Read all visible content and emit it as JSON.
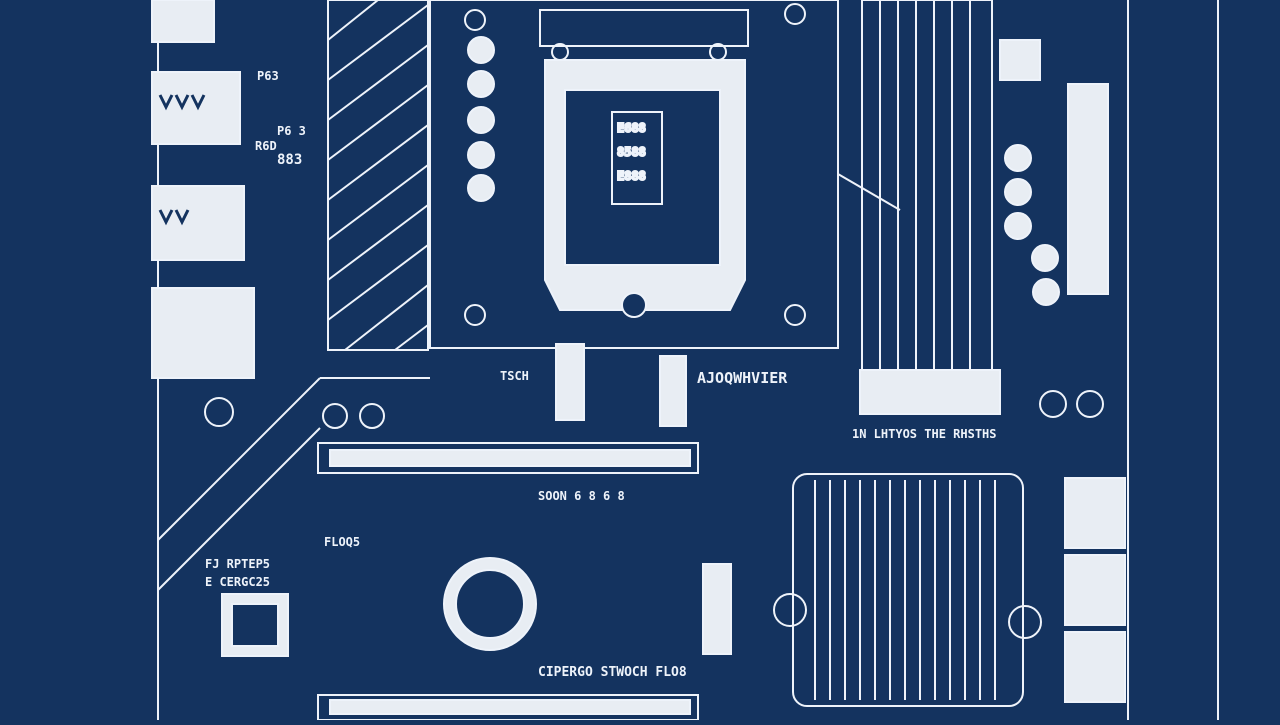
{
  "colors": {
    "background": "#14335f",
    "line": "#eef3fa",
    "fill_light": "#e8edf3"
  },
  "labels": {
    "cpu_chip_rows": [
      "E688",
      "8588",
      "E888"
    ],
    "chipset_mark": "AJOQWHVIER",
    "slot_label": "TSCH",
    "pcie_note": "SOON 6 8 6 8",
    "audio_label": "FLOQ5",
    "audio_label2": "FJ RPTEP5",
    "audio_label3": "E CERGC25",
    "bottom_label": "CIPERGO STWOCH FLO8",
    "sata_label": "1N LHTYOS THE RHSTHS",
    "rear_label_a": "P63",
    "rear_label_b": "P6 3",
    "rear_label_c": "R6D",
    "rear_label_d": "883"
  }
}
